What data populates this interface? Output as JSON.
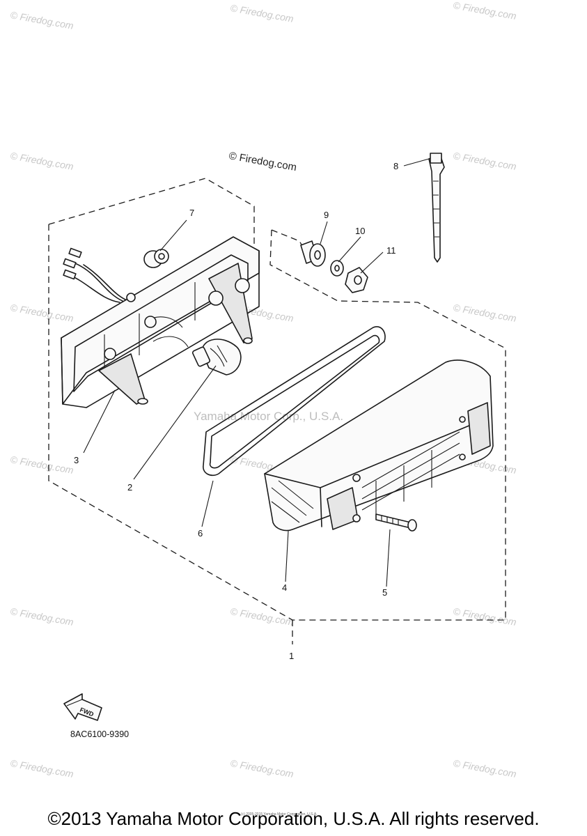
{
  "watermarks": {
    "small": "© Firedog.com",
    "center_copy": "© Firedog.com",
    "mid": "Yamaha Motor Corp., U.S.A."
  },
  "callouts": {
    "p1": "1",
    "p2": "2",
    "p3": "3",
    "p4": "4",
    "p5": "5",
    "p6": "6",
    "p7": "7",
    "p8": "8",
    "p9": "9",
    "p10": "10",
    "p11": "11"
  },
  "fwd_label": "FWD",
  "diagram_code": "8AC6100-9390",
  "fine_print": "(c) 2005-2015 Yamaha Motor Corporation, U.S.A.",
  "copyright": "©2013 Yamaha Motor Corporation, U.S.A. All rights reserved."
}
